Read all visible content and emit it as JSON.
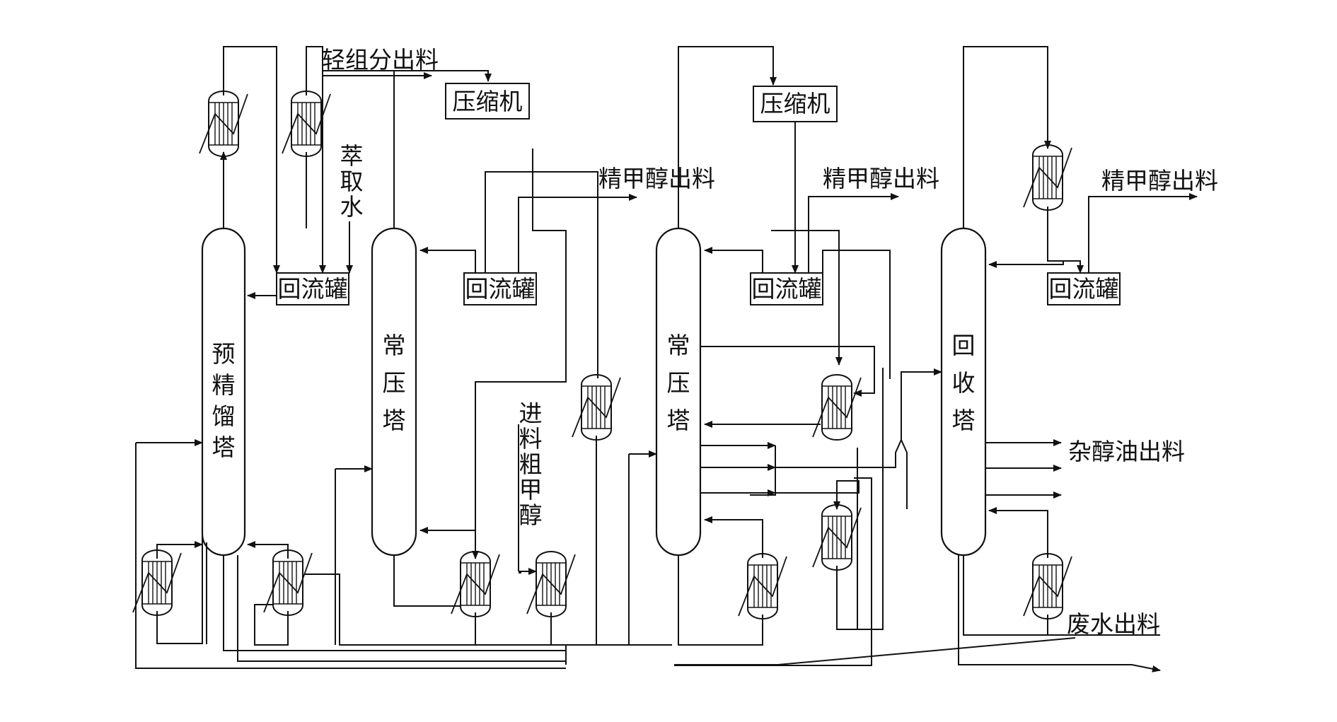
{
  "columns": [
    {
      "label": "预精馏塔",
      "chars": [
        "预",
        "精",
        "馏",
        "塔"
      ]
    },
    {
      "label": "常压塔",
      "chars": [
        "常",
        "压",
        "塔"
      ]
    },
    {
      "label": "常压塔",
      "chars": [
        "常",
        "压",
        "塔"
      ]
    },
    {
      "label": "回收塔",
      "chars": [
        "回",
        "收",
        "塔"
      ]
    }
  ],
  "reflux_drum_label": "回流罐",
  "compressor_label": "压缩机",
  "streams": {
    "light_ends": "轻组分出料",
    "extraction_water": [
      "萃",
      "取",
      "水"
    ],
    "pure_methanol": "精甲醇出料",
    "crude_feed": [
      "进",
      "料",
      "粗",
      "甲",
      "醇"
    ],
    "fusel_oil": "杂醇油出料",
    "wastewater": "废水出料"
  },
  "colors": {
    "line": "#111111",
    "background": "#ffffff"
  }
}
